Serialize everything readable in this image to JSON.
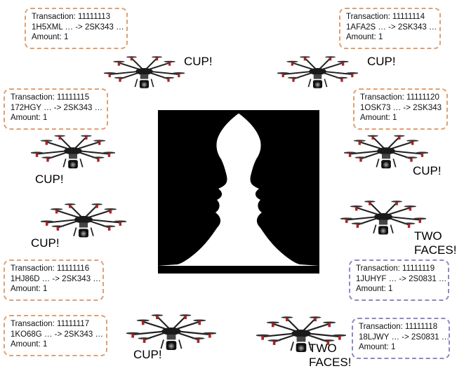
{
  "transactions": [
    {
      "line1": "Transaction: 11111113",
      "line2": "1H5XML … -> 2SK343 …",
      "line3": "Amount: 1"
    },
    {
      "line1": "Transaction: 11111114",
      "line2": "1AFA2S … -> 2SK343 …",
      "line3": "Amount: 1"
    },
    {
      "line1": "Transaction: 11111115",
      "line2": "172HGY … -> 2SK343 …",
      "line3": "Amount: 1"
    },
    {
      "line1": "Transaction: 11111120",
      "line2": "1OSK73 … -> 2SK343",
      "line3": "Amount: 1"
    },
    {
      "line1": "Transaction: 11111116",
      "line2": "1HJ86D … -> 2SK343 …",
      "line3": "Amount: 1"
    },
    {
      "line1": "Transaction: 11111119",
      "line2": "1JUHYF … -> 2S0831 …",
      "line3": "Amount: 1"
    },
    {
      "line1": "Transaction: 11111117",
      "line2": "1KO68G … -> 2SK343 …",
      "line3": "Amount: 1"
    },
    {
      "line1": "Transaction: 11111118",
      "line2": "18LJWY … -> 2S0831 …",
      "line3": "Amount: 1"
    }
  ],
  "labels": {
    "cup": "CUP!",
    "two": "TWO",
    "faces": "FACES!"
  },
  "colors": {
    "orange_border": "#e0a070",
    "purple_border": "#9585c4"
  },
  "icons": [
    "drone-icon",
    "face-vase-illusion"
  ]
}
